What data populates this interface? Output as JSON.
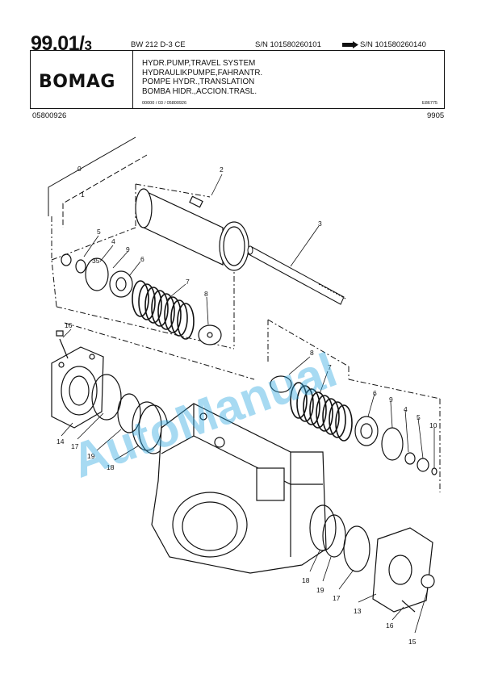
{
  "header": {
    "page_number": "99.01/",
    "page_number_sub": "3",
    "model": "BW 212 D-3 CE",
    "serial_from": "S/N 101580260101",
    "serial_to": "S/N 101580260140"
  },
  "title_block": {
    "logo": "BOMAG",
    "titles": [
      "HYDR.PUMP,TRAVEL SYSTEM",
      "HYDRAULIKPUMPE,FAHRANTR.",
      "POMPE HYDR.,TRANSLATION",
      "BOMBA HIDR.,ACCION.TRASL."
    ],
    "reference": "00000 / 03 / 05800926",
    "drawing_code": "E86775"
  },
  "footer_codes": {
    "document_number": "05800926",
    "date_code": "9905"
  },
  "watermark": "AutoManual",
  "diagram": {
    "callouts": [
      "0",
      "1",
      "2",
      "3",
      "5",
      "4",
      "35",
      "9",
      "6",
      "7",
      "8",
      "16",
      "8",
      "7",
      "6",
      "9",
      "4",
      "5",
      "10",
      "14",
      "17",
      "19",
      "18",
      "18",
      "19",
      "17",
      "13",
      "16",
      "15"
    ]
  },
  "colors": {
    "ink": "#111111",
    "watermark": "#2ea6df"
  }
}
